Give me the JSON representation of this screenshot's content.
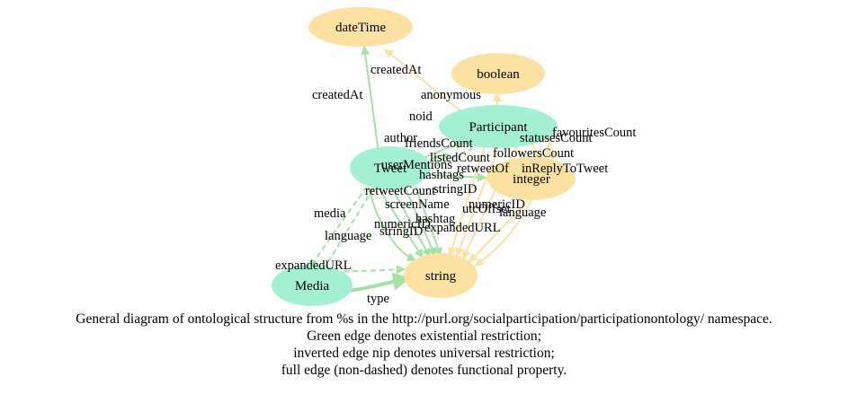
{
  "colors": {
    "class_node": "#a3f0d3",
    "datatype_node": "#fde1a3",
    "existential_edge": "#a5e0a5",
    "datatype_edge": "#fde1a3"
  },
  "nodes": {
    "dateTime": "dateTime",
    "boolean": "boolean",
    "participant": "Participant",
    "tweet": "Tweet",
    "integer": "integer",
    "media": "Media",
    "string": "string"
  },
  "edge_labels": {
    "createdAt_tweet": "createdAt",
    "createdAt_participant": "createdAt",
    "anonymous": "anonymous",
    "noid": "noid",
    "author": "author",
    "friendsCount": "friendsCount",
    "favouritesCount": "favouritesCount",
    "statusesCount": "statusesCount",
    "followersCount": "followersCount",
    "listedCount": "listedCount",
    "userMentions": "userMentions",
    "hashtags": "hashtags",
    "retweetOf": "retweetOf",
    "inReplyToTweet": "inReplyToTweet",
    "stringID": "stringID",
    "retweetCount": "retweetCount",
    "screenName": "screenName",
    "numericID_participant": "numericID",
    "utcOffset": "utcOffset",
    "language_participant": "language",
    "hashtag": "hashtag",
    "expandedURL_tweet": "expandedURL",
    "numericID_tweet": "numericID",
    "stringID_tweet": "stringID",
    "media": "media",
    "language_tweet": "language",
    "expandedURL_media": "expandedURL",
    "type": "type"
  },
  "caption": {
    "line1": "General diagram of ontological structure from %s in the http://purl.org/socialparticipation/participationontology/ namespace.",
    "line2": "Green edge denotes existential restriction;",
    "line3": "inverted edge nip denotes universal restriction;",
    "line4": "full edge (non-dashed) denotes functional property."
  }
}
